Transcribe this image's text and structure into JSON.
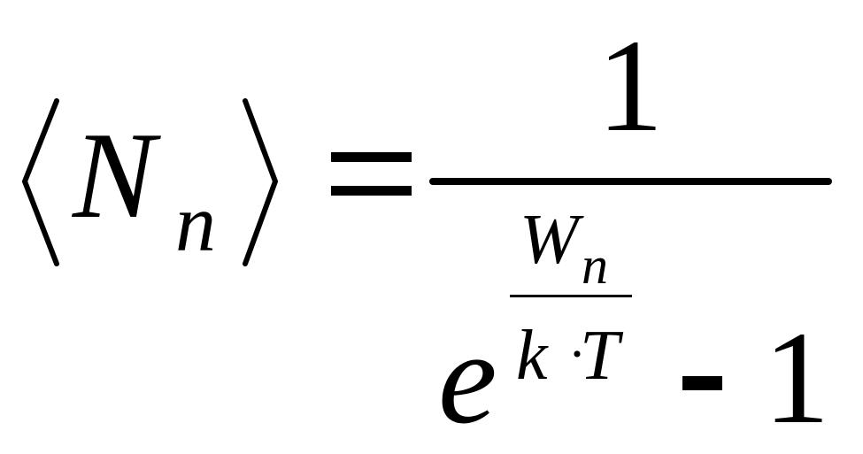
{
  "formula": {
    "lhs": {
      "symbol": "N",
      "subscript": "n"
    },
    "equals": "=",
    "numerator": "1",
    "denominator": {
      "base": "e",
      "exponent": {
        "numerator": {
          "symbol": "W",
          "subscript": "n"
        },
        "denominator": {
          "k": "k",
          "dot": "·",
          "T": "T"
        }
      },
      "minus": "-",
      "one": "1"
    }
  }
}
